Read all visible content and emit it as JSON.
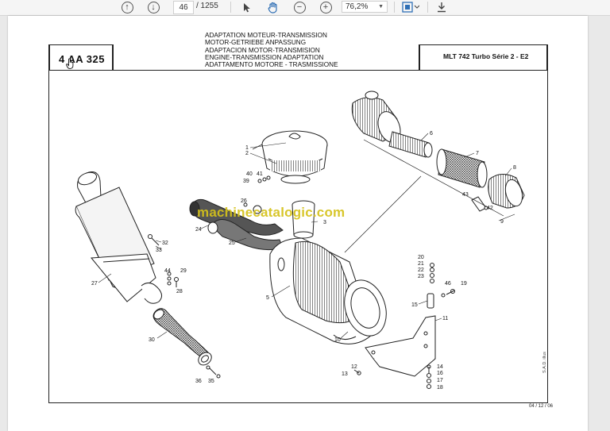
{
  "toolbar": {
    "current_page": "46",
    "total_pages": "/ 1255",
    "zoom": "76,2%",
    "icons": [
      "prev-page",
      "next-page",
      "select-cursor",
      "hand-tool",
      "zoom-out",
      "zoom-in",
      "zoom-dropdown",
      "view-mode",
      "download"
    ]
  },
  "document": {
    "code": "4 AA 325",
    "titles": [
      "ADAPTATION MOTEUR-TRANSMISSION",
      "MOTOR-GETRIEBE ANPASSUNG",
      "ADAPTACION MOTOR-TRANSMISION",
      "ENGINE-TRANSMISSION ADAPTATION",
      "ADATTAMENTO MOTORE - TRASMISSIONE"
    ],
    "model": "MLT 742 Turbo Série 2 - E2",
    "watermark": "machinecatalogic.com",
    "date": "04 / 12 / 06",
    "side_note": "S.A.D. illus",
    "part_numbers": [
      "1",
      "2",
      "3",
      "5",
      "6",
      "7",
      "8",
      "9",
      "10",
      "11",
      "12",
      "13",
      "14",
      "15",
      "16",
      "17",
      "18",
      "19",
      "20",
      "21",
      "22",
      "23",
      "24",
      "25",
      "26",
      "27",
      "28",
      "29",
      "30",
      "32",
      "33",
      "35",
      "36",
      "39",
      "40",
      "41",
      "42",
      "43",
      "44",
      "46"
    ]
  }
}
